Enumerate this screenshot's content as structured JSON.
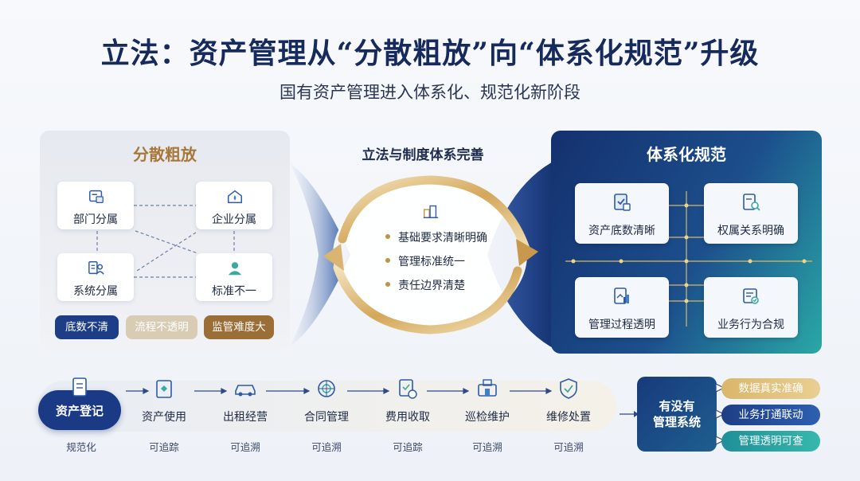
{
  "header": {
    "title": "立法：资产管理从“分散粗放”向“体系化规范”升级",
    "subtitle": "国有资产管理进入体系化、规范化新阶段"
  },
  "left": {
    "title": "分散粗放",
    "nodes": [
      "部门分属",
      "企业分属",
      "系统分属",
      "标准不一"
    ],
    "icons": [
      "document-grid-icon",
      "building-drop-icon",
      "list-person-icon",
      "person-icon"
    ],
    "tags": [
      "底数不清",
      "流程不透明",
      "监管难度大"
    ]
  },
  "middle": {
    "title": "立法与制度体系完善",
    "items": [
      "基础要求清晰明确",
      "管理标准统一",
      "责任边界清楚"
    ],
    "icon": "buildings-icon"
  },
  "right": {
    "title": "体系化规范",
    "nodes": [
      "资产底数清晰",
      "权属关系明确",
      "管理过程透明",
      "业务行为合规"
    ],
    "icons": [
      "clipboard-check-icon",
      "document-search-icon",
      "chart-document-icon",
      "form-check-icon"
    ]
  },
  "flow": {
    "steps": [
      "资产登记",
      "资产使用",
      "出租经营",
      "合同管理",
      "费用收取",
      "巡检维护",
      "维修处置"
    ],
    "subs": [
      "规范化",
      "可追踪",
      "可追溯",
      "可追溯",
      "可追踪",
      "可追溯",
      "可追溯"
    ],
    "icons": [
      "register-icon",
      "usage-icon",
      "car-icon",
      "contract-icon",
      "fee-icon",
      "inspection-icon",
      "shield-check-icon"
    ]
  },
  "system": {
    "label_line1": "有没有",
    "label_line2": "管理系统",
    "results": [
      "数据真实准确",
      "业务打通联动",
      "管理透明可查"
    ]
  },
  "colors": {
    "navy": "#172a5c",
    "gold": "#c09246",
    "teal": "#2aa8a6",
    "tag_blue": "#1d3e86",
    "tag_beige": "#d9ccb4",
    "tag_brown": "#9a6e36"
  }
}
